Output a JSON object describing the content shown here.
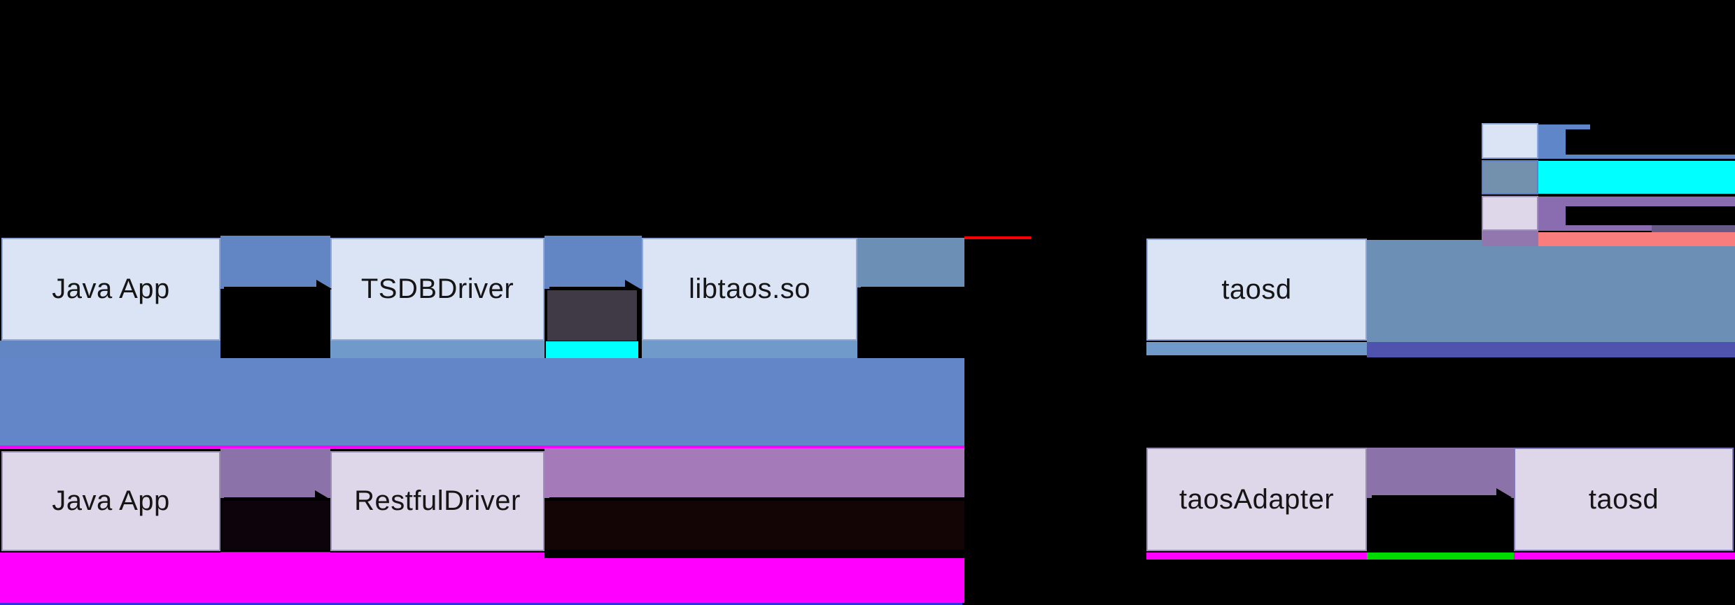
{
  "nodes": {
    "jni_java_app": "Java App",
    "jni_tsdb_driver": "TSDBDriver",
    "jni_libtaos": "libtaos.so",
    "jni_taosd": "taosd",
    "rest_java_app": "Java App",
    "rest_restful_driver": "RestfulDriver",
    "rest_taos_adapter": "taosAdapter",
    "rest_taosd": "taosd"
  },
  "legend": {
    "rows": [
      {
        "name": "legend-row-1",
        "swatch_color": "#dbe4f4",
        "band_color": "#5e86c8",
        "label": ""
      },
      {
        "name": "legend-row-2",
        "swatch_color": "#7390ad",
        "band_color": "#00ffff",
        "label": ""
      },
      {
        "name": "legend-row-3",
        "swatch_color": "#ded7ea",
        "band_color": "#8a6db0",
        "label": ""
      },
      {
        "name": "legend-row-4",
        "swatch_color": "#9277ae",
        "band_color": "#fa7d7d",
        "label": ""
      }
    ]
  },
  "palette": {
    "black": "#000000",
    "box-blue-fill": "#dbe4f4",
    "box-blue-border": "#8ea9d9",
    "box-lav-fill": "#ded7ea",
    "box-lav-border": "#9b8fb3",
    "box-lav2-border": "#8078c2",
    "band-blue": "#6286c3",
    "band-blue-big": "#6286c8",
    "strip-lightblue": "#6f9aca",
    "band-steel": "#6b8fb5",
    "strip-violet": "#5053ae",
    "band-mauve": "#8b72a8",
    "band-purple": "#a47ab8",
    "magenta": "#ff00ff",
    "cyan": "#00ffff",
    "red": "#ff0000",
    "green": "#00dc00",
    "salmon": "#fa7d7d",
    "legend-band-blue": "#5e86c8",
    "legend-purple": "#8a6db0",
    "legend-slate": "#7390ad",
    "legend-slate-border": "#5b80c8",
    "legend-mauve": "#9277ae",
    "legend-purple-dark": "#675a86",
    "dark-gap": "#3f3a45",
    "dark-rest-gap": "#0d030a",
    "dark-rest-right": "#130406",
    "bottom-blue": "#3232e0"
  }
}
